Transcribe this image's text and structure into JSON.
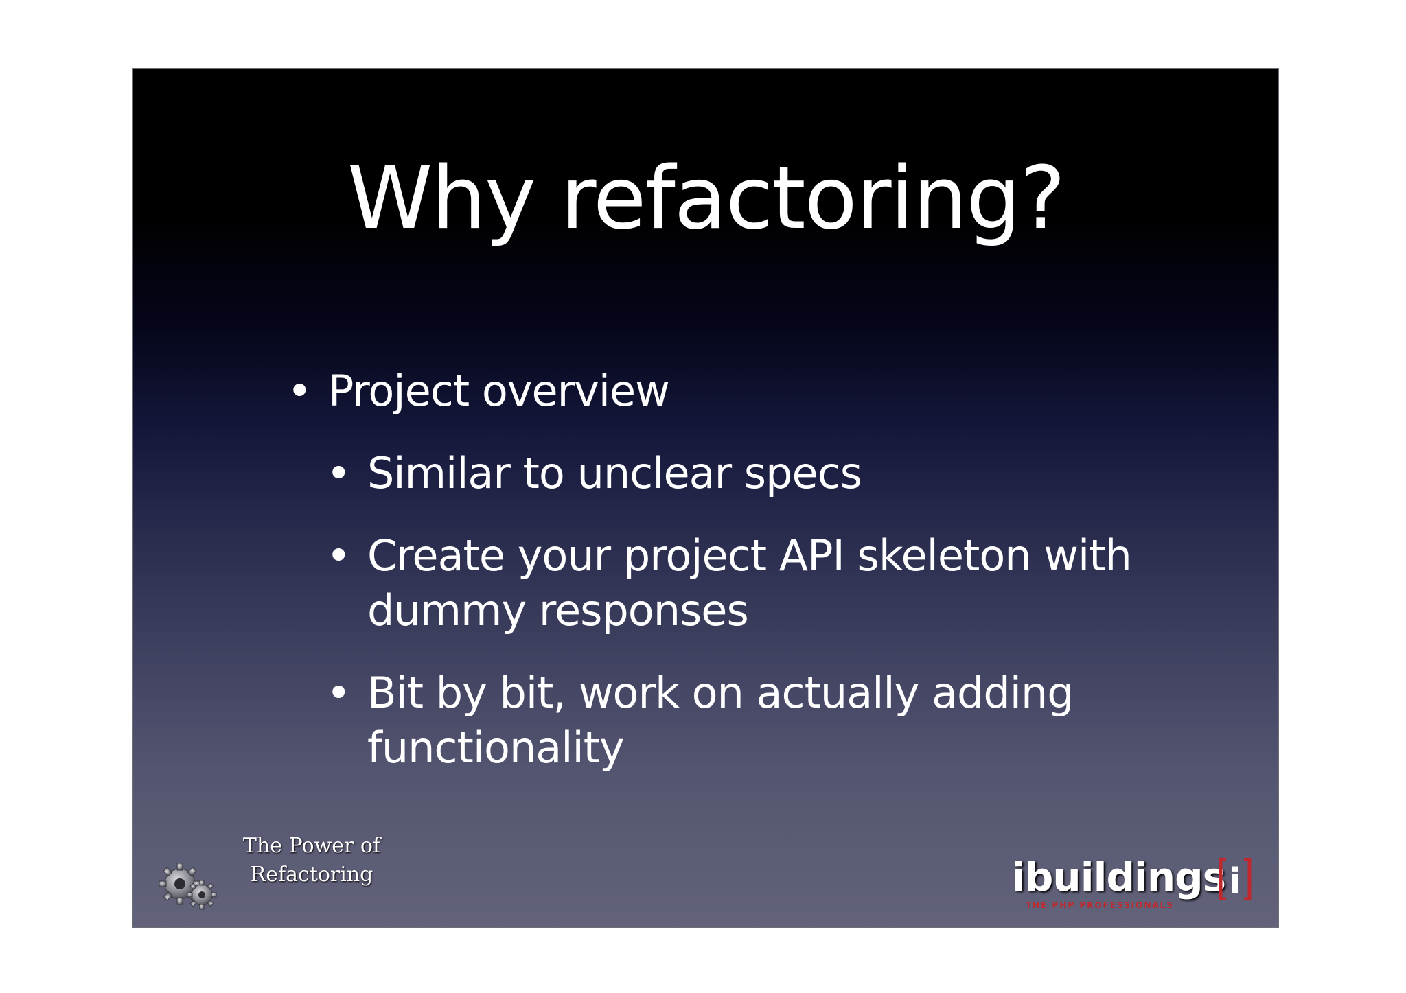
{
  "slide": {
    "title": "Why refactoring?",
    "bullets": [
      {
        "level": 1,
        "text": "Project overview"
      },
      {
        "level": 2,
        "text": "Similar to unclear specs"
      },
      {
        "level": 2,
        "text": "Create your project API skeleton with dummy responses"
      },
      {
        "level": 2,
        "text": "Bit by bit, work on actually adding functionality"
      }
    ],
    "bullet_symbol": "•"
  },
  "footer": {
    "label_line1": "The Power of",
    "label_line2": "Refactoring",
    "gears_icon": "gears-icon",
    "logo": {
      "word": "ibuildings",
      "bracket_letter": "i",
      "tagline": "THE PHP PROFESSIONALS",
      "accent_color": "#c0282d"
    }
  },
  "colors": {
    "slide_top": "#000000",
    "slide_bottom": "#62637a",
    "text": "#ffffff"
  }
}
